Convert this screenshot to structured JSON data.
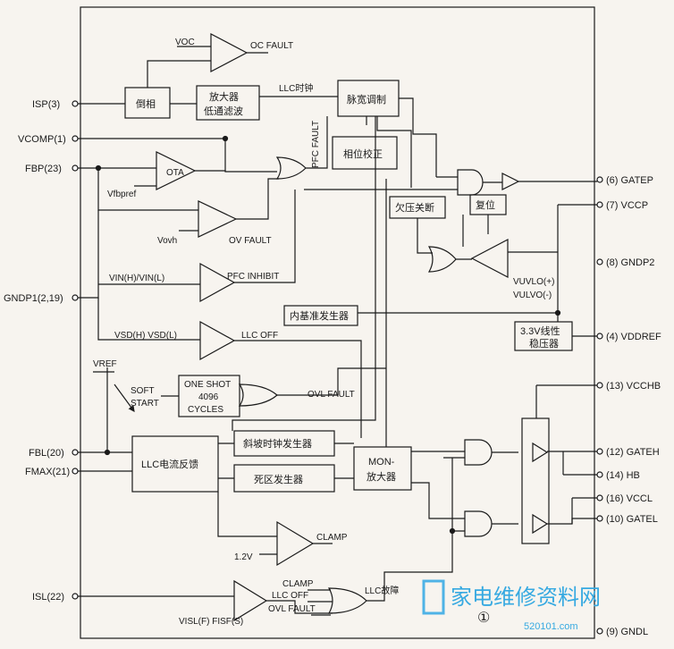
{
  "pins_left": {
    "isp": "ISP(3)",
    "vcomp": "VCOMP(1)",
    "fbp": "FBP(23)",
    "gndp1": "GNDP1(2,19)",
    "fbl": "FBL(20)",
    "fmax": "FMAX(21)",
    "isl": "ISL(22)"
  },
  "pins_right": {
    "gatep": "(6) GATEP",
    "vccp": "(7) VCCP",
    "gndp2": "(8) GNDP2",
    "vddref": "(4) VDDREF",
    "vcchb": "(13) VCCHB",
    "gateh": "(12) GATEH",
    "hb": "(14) HB",
    "vccl": "(16) VCCL",
    "gatel": "(10) GATEL",
    "gndl": "(9) GNDL"
  },
  "blocks": {
    "invert": "倒相",
    "amp_l1": "放大器",
    "amp_l2": "低通滤波",
    "pwm": "脉宽调制",
    "phase": "相位校正",
    "uvlo": "欠压关断",
    "reset": "复位",
    "refgen": "内基准发生器",
    "ldo_l1": "3.3V线性",
    "ldo_l2": "稳压器",
    "oneshot_l1": "ONE SHOT",
    "oneshot_l2": "4096",
    "oneshot_l3": "CYCLES",
    "llc_fb": "LLC电流反馈",
    "ramp": "斜坡时钟发生器",
    "deadtime": "死区发生器",
    "mon_l1": "MON-",
    "mon_l2": "放大器"
  },
  "labels": {
    "voc": "VOC",
    "oc_fault": "OC FAULT",
    "llc_clock": "LLC时钟",
    "pfc_fault": "PFC FAULT",
    "ota": "OTA",
    "vfbpref": "Vfbpref",
    "vovh": "Vovh",
    "ov_fault": "OV FAULT",
    "vin": "VIN(H)/VIN(L)",
    "pfc_inhibit": "PFC INHIBIT",
    "vsd": "VSD(H) VSD(L)",
    "llc_off": "LLC OFF",
    "vref": "VREF",
    "soft": "SOFT",
    "start": "START",
    "ovl_fault": "OVL FAULT",
    "vuvlo_p": "VUVLO(+)",
    "vulvo_m": "VULVO(-)",
    "v12": "1.2V",
    "clamp": "CLAMP",
    "clamp2": "CLAMP",
    "llc_off2": "LLC OFF",
    "ovl_fault2": "OVL FAULT",
    "llc_fault": "LLC故障",
    "visl": "VISL(F) FISF(S)",
    "circle1": "①"
  },
  "logo": {
    "text": "家电维修资料网",
    "url": "520101.com"
  }
}
